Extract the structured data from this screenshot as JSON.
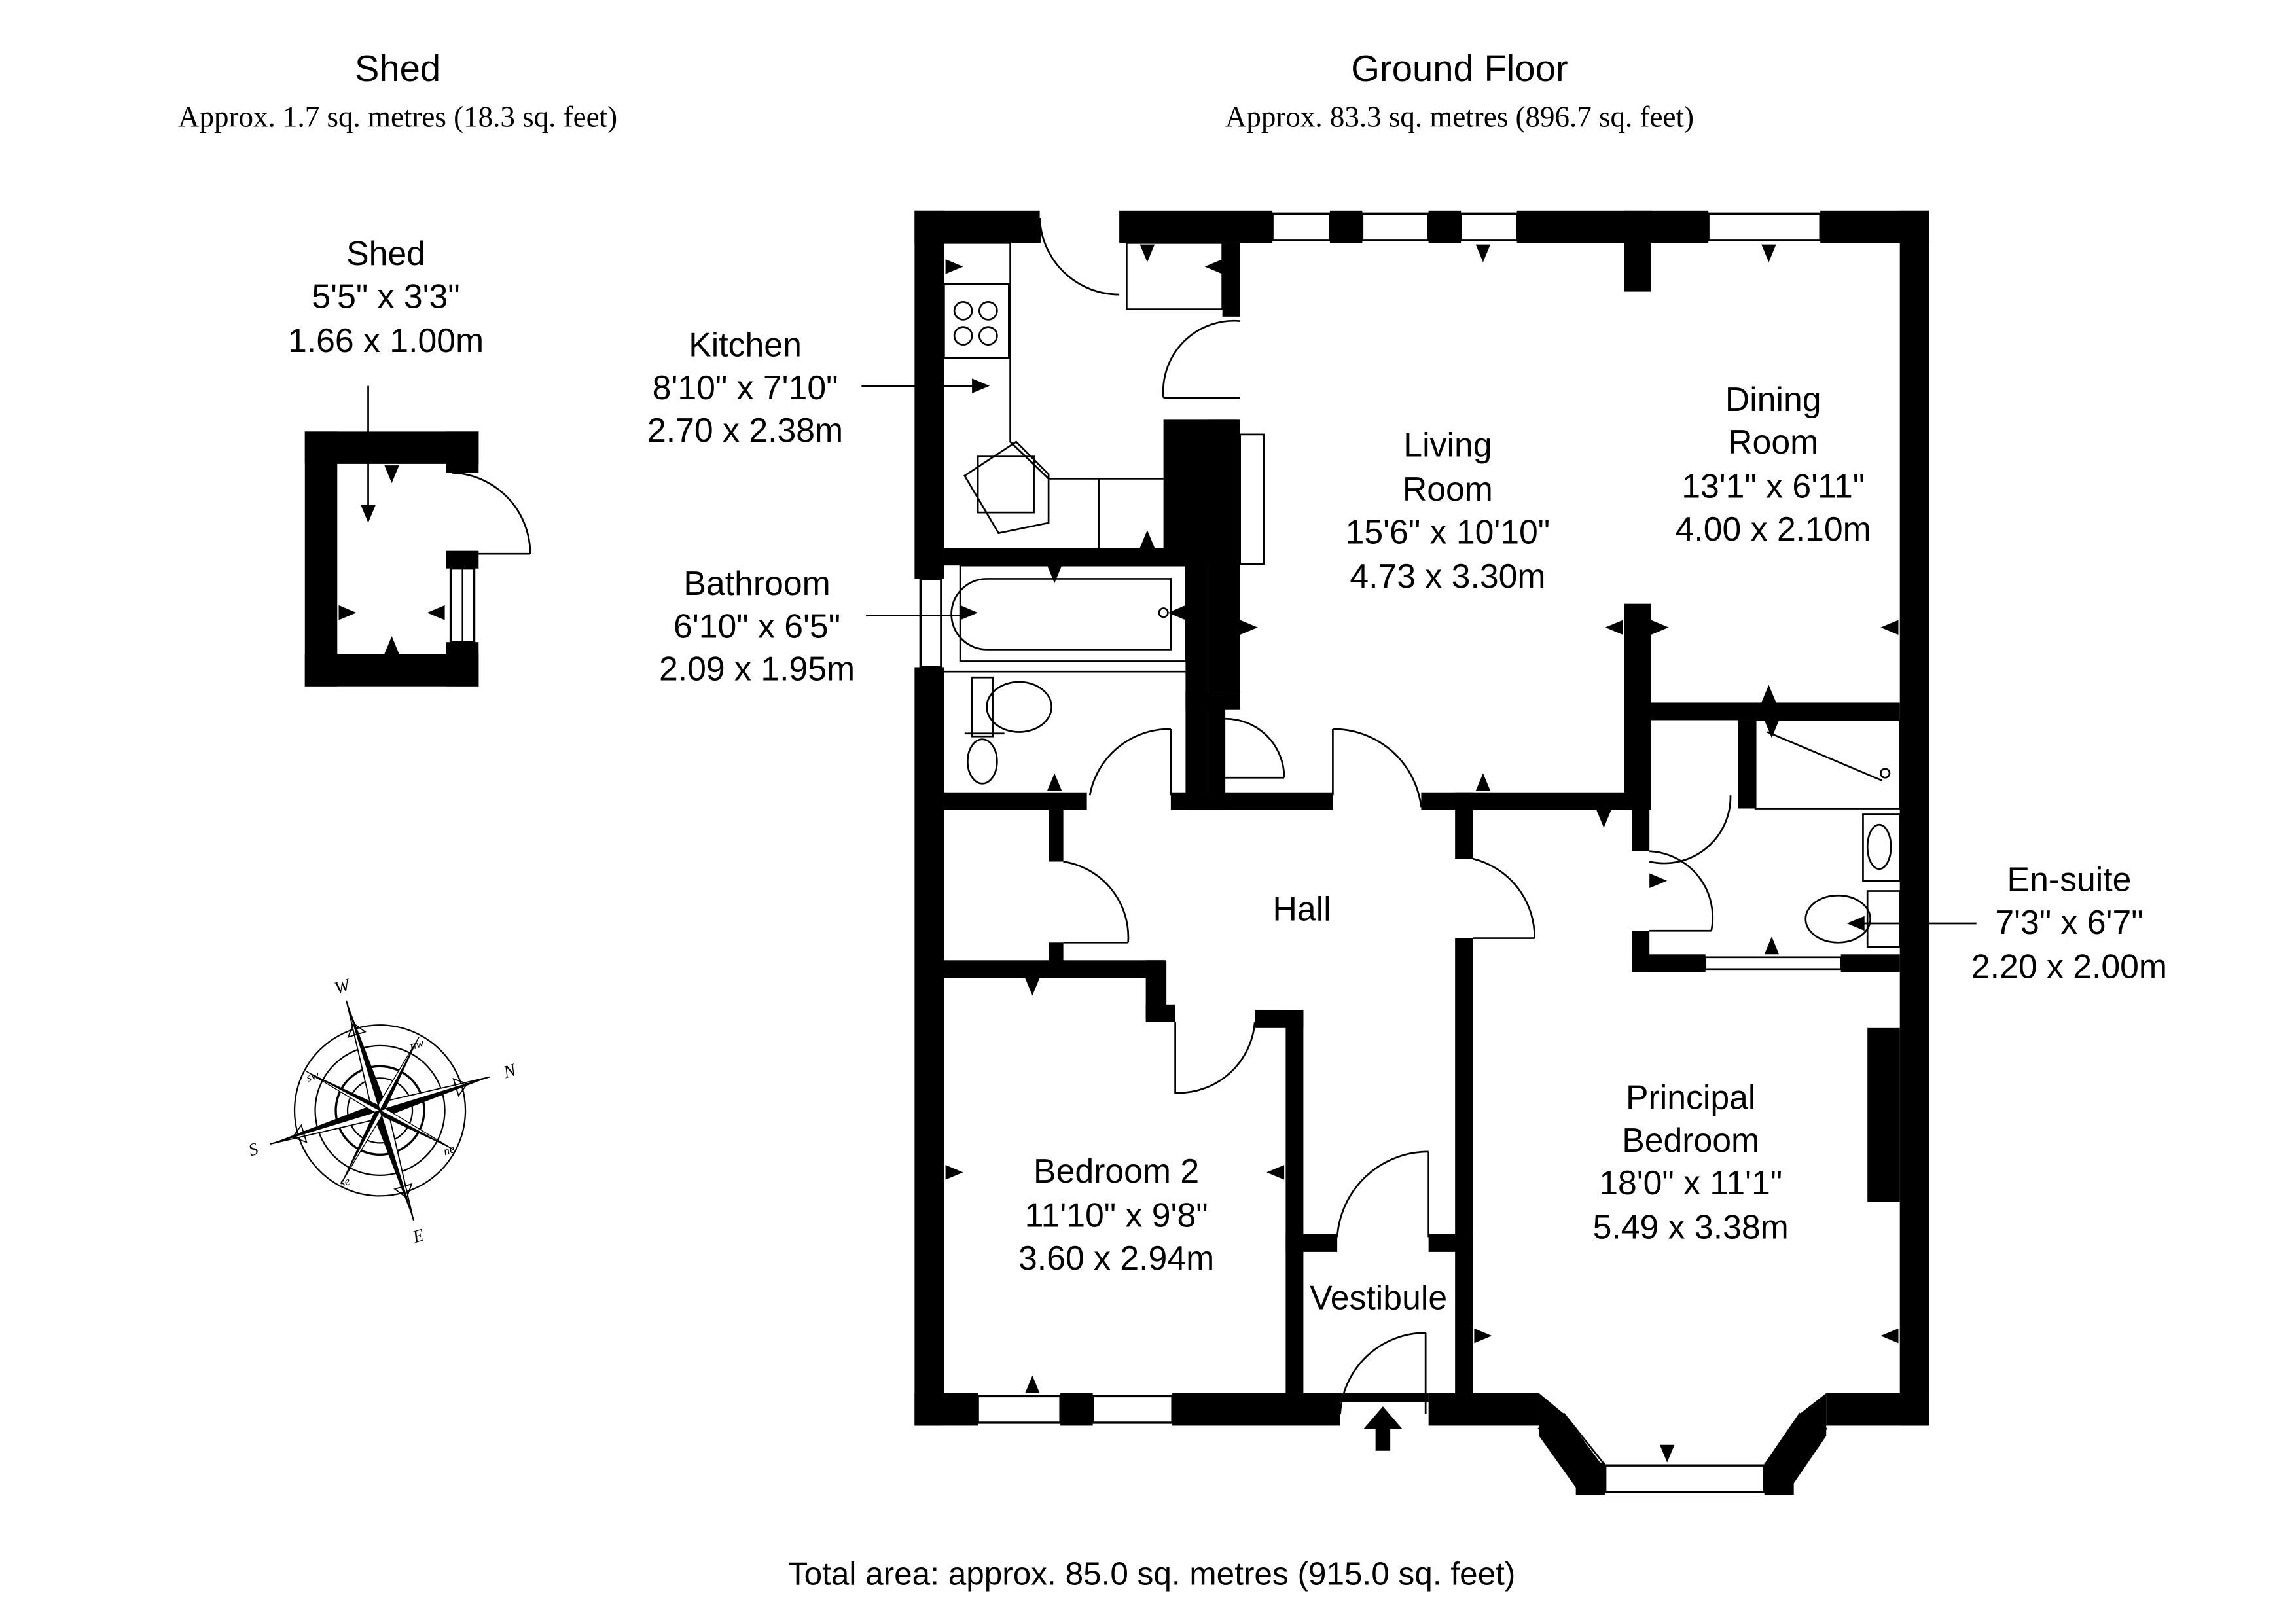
{
  "shed_header": {
    "title": "Shed",
    "area": "Approx. 1.7 sq. metres (18.3 sq. feet)"
  },
  "ground_header": {
    "title": "Ground Floor",
    "area": "Approx. 83.3 sq. metres (896.7 sq. feet)"
  },
  "rooms": {
    "shed": {
      "name": "Shed",
      "imperial": "5'5\" x 3'3\"",
      "metric": "1.66 x 1.00m"
    },
    "kitchen": {
      "name": "Kitchen",
      "imperial": "8'10\" x 7'10\"",
      "metric": "2.70 x 2.38m"
    },
    "bathroom": {
      "name": "Bathroom",
      "imperial": "6'10\" x 6'5\"",
      "metric": "2.09 x 1.95m"
    },
    "living": {
      "name1": "Living",
      "name2": "Room",
      "imperial": "15'6\" x 10'10\"",
      "metric": "4.73 x 3.30m"
    },
    "dining": {
      "name1": "Dining",
      "name2": "Room",
      "imperial": "13'1\" x 6'11\"",
      "metric": "4.00 x 2.10m"
    },
    "hall": {
      "name": "Hall"
    },
    "ensuite": {
      "name": "En-suite",
      "imperial": "7'3\" x 6'7\"",
      "metric": "2.20 x 2.00m"
    },
    "bedroom2": {
      "name": "Bedroom 2",
      "imperial": "11'10\" x 9'8\"",
      "metric": "3.60 x 2.94m"
    },
    "principal": {
      "name1": "Principal",
      "name2": "Bedroom",
      "imperial": "18'0\" x 11'1\"",
      "metric": "5.49 x 3.38m"
    },
    "vestibule": {
      "name": "Vestibule"
    }
  },
  "compass": {
    "w": "W",
    "n": "N",
    "s": "S",
    "e": "E",
    "nw": "nw",
    "sw": "sw",
    "ne": "ne",
    "se": "se"
  },
  "total_area": "Total area: approx. 85.0 sq. metres (915.0 sq. feet)"
}
